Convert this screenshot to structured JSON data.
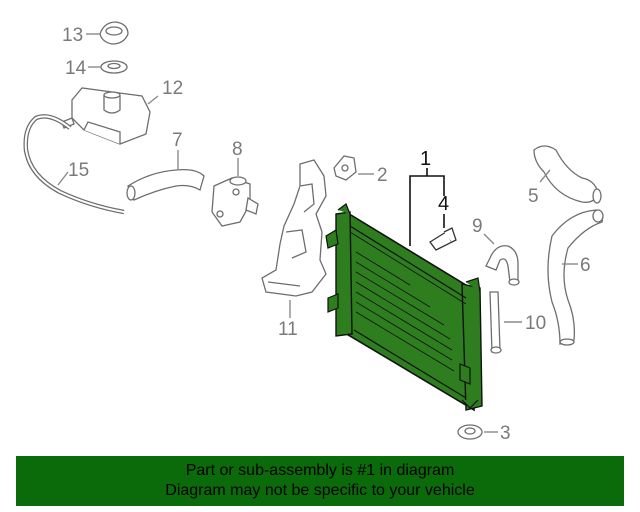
{
  "callouts": {
    "c1": "1",
    "c2": "2",
    "c3": "3",
    "c4": "4",
    "c5": "5",
    "c6": "6",
    "c7": "7",
    "c8": "8",
    "c9": "9",
    "c10": "10",
    "c11": "11",
    "c12": "12",
    "c13": "13",
    "c14": "14",
    "c15": "15"
  },
  "footer": {
    "line1": "Part or sub-assembly is #1 in diagram",
    "line2": "Diagram may not be specific to your vehicle"
  },
  "colors": {
    "highlight": "#2e7d1e",
    "footer_bg": "#0b6b0b",
    "callout_text": "#7a7a7a"
  }
}
